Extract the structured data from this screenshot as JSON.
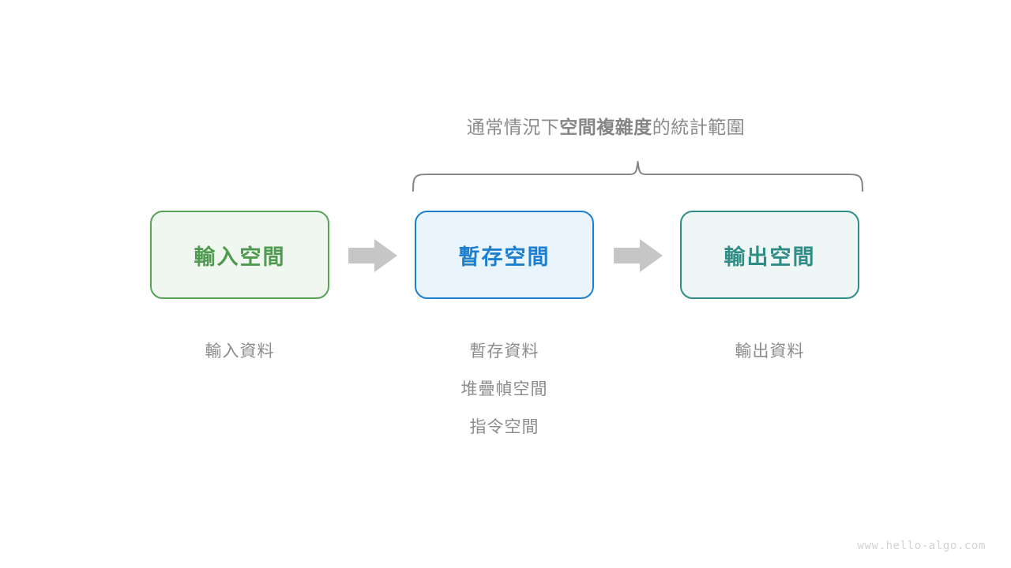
{
  "diagram": {
    "background_color": "#ffffff",
    "brace": {
      "caption_prefix": "通常情況下",
      "caption_strong": "空間複雜度",
      "caption_suffix": "的統計範圍",
      "stroke_color": "#878787",
      "name": "scope-brace"
    },
    "boxes": [
      {
        "id": "input",
        "label": "輸入空間",
        "text_color": "#4e9a4e",
        "border_color": "#55a355",
        "fill_color": "#f0f7f0"
      },
      {
        "id": "temp",
        "label": "暫存空間",
        "text_color": "#1c7fd0",
        "border_color": "#1b7fd0",
        "fill_color": "#e9f4fd"
      },
      {
        "id": "output",
        "label": "輸出空間",
        "text_color": "#2f8c86",
        "border_color": "#2f8c86",
        "fill_color": "#eef7f5"
      }
    ],
    "arrows": [
      {
        "id": "arrow-1",
        "color": "#c6c6c6",
        "direction": "right"
      },
      {
        "id": "arrow-2",
        "color": "#c6c6c6",
        "direction": "right"
      }
    ],
    "captions": {
      "input": [
        "輸入資料"
      ],
      "temp": [
        "暫存資料",
        "堆疊幀空間",
        "指令空間"
      ],
      "output": [
        "輸出資料"
      ],
      "text_color": "#8c8c8c"
    },
    "watermark": "www.hello-algo.com"
  }
}
